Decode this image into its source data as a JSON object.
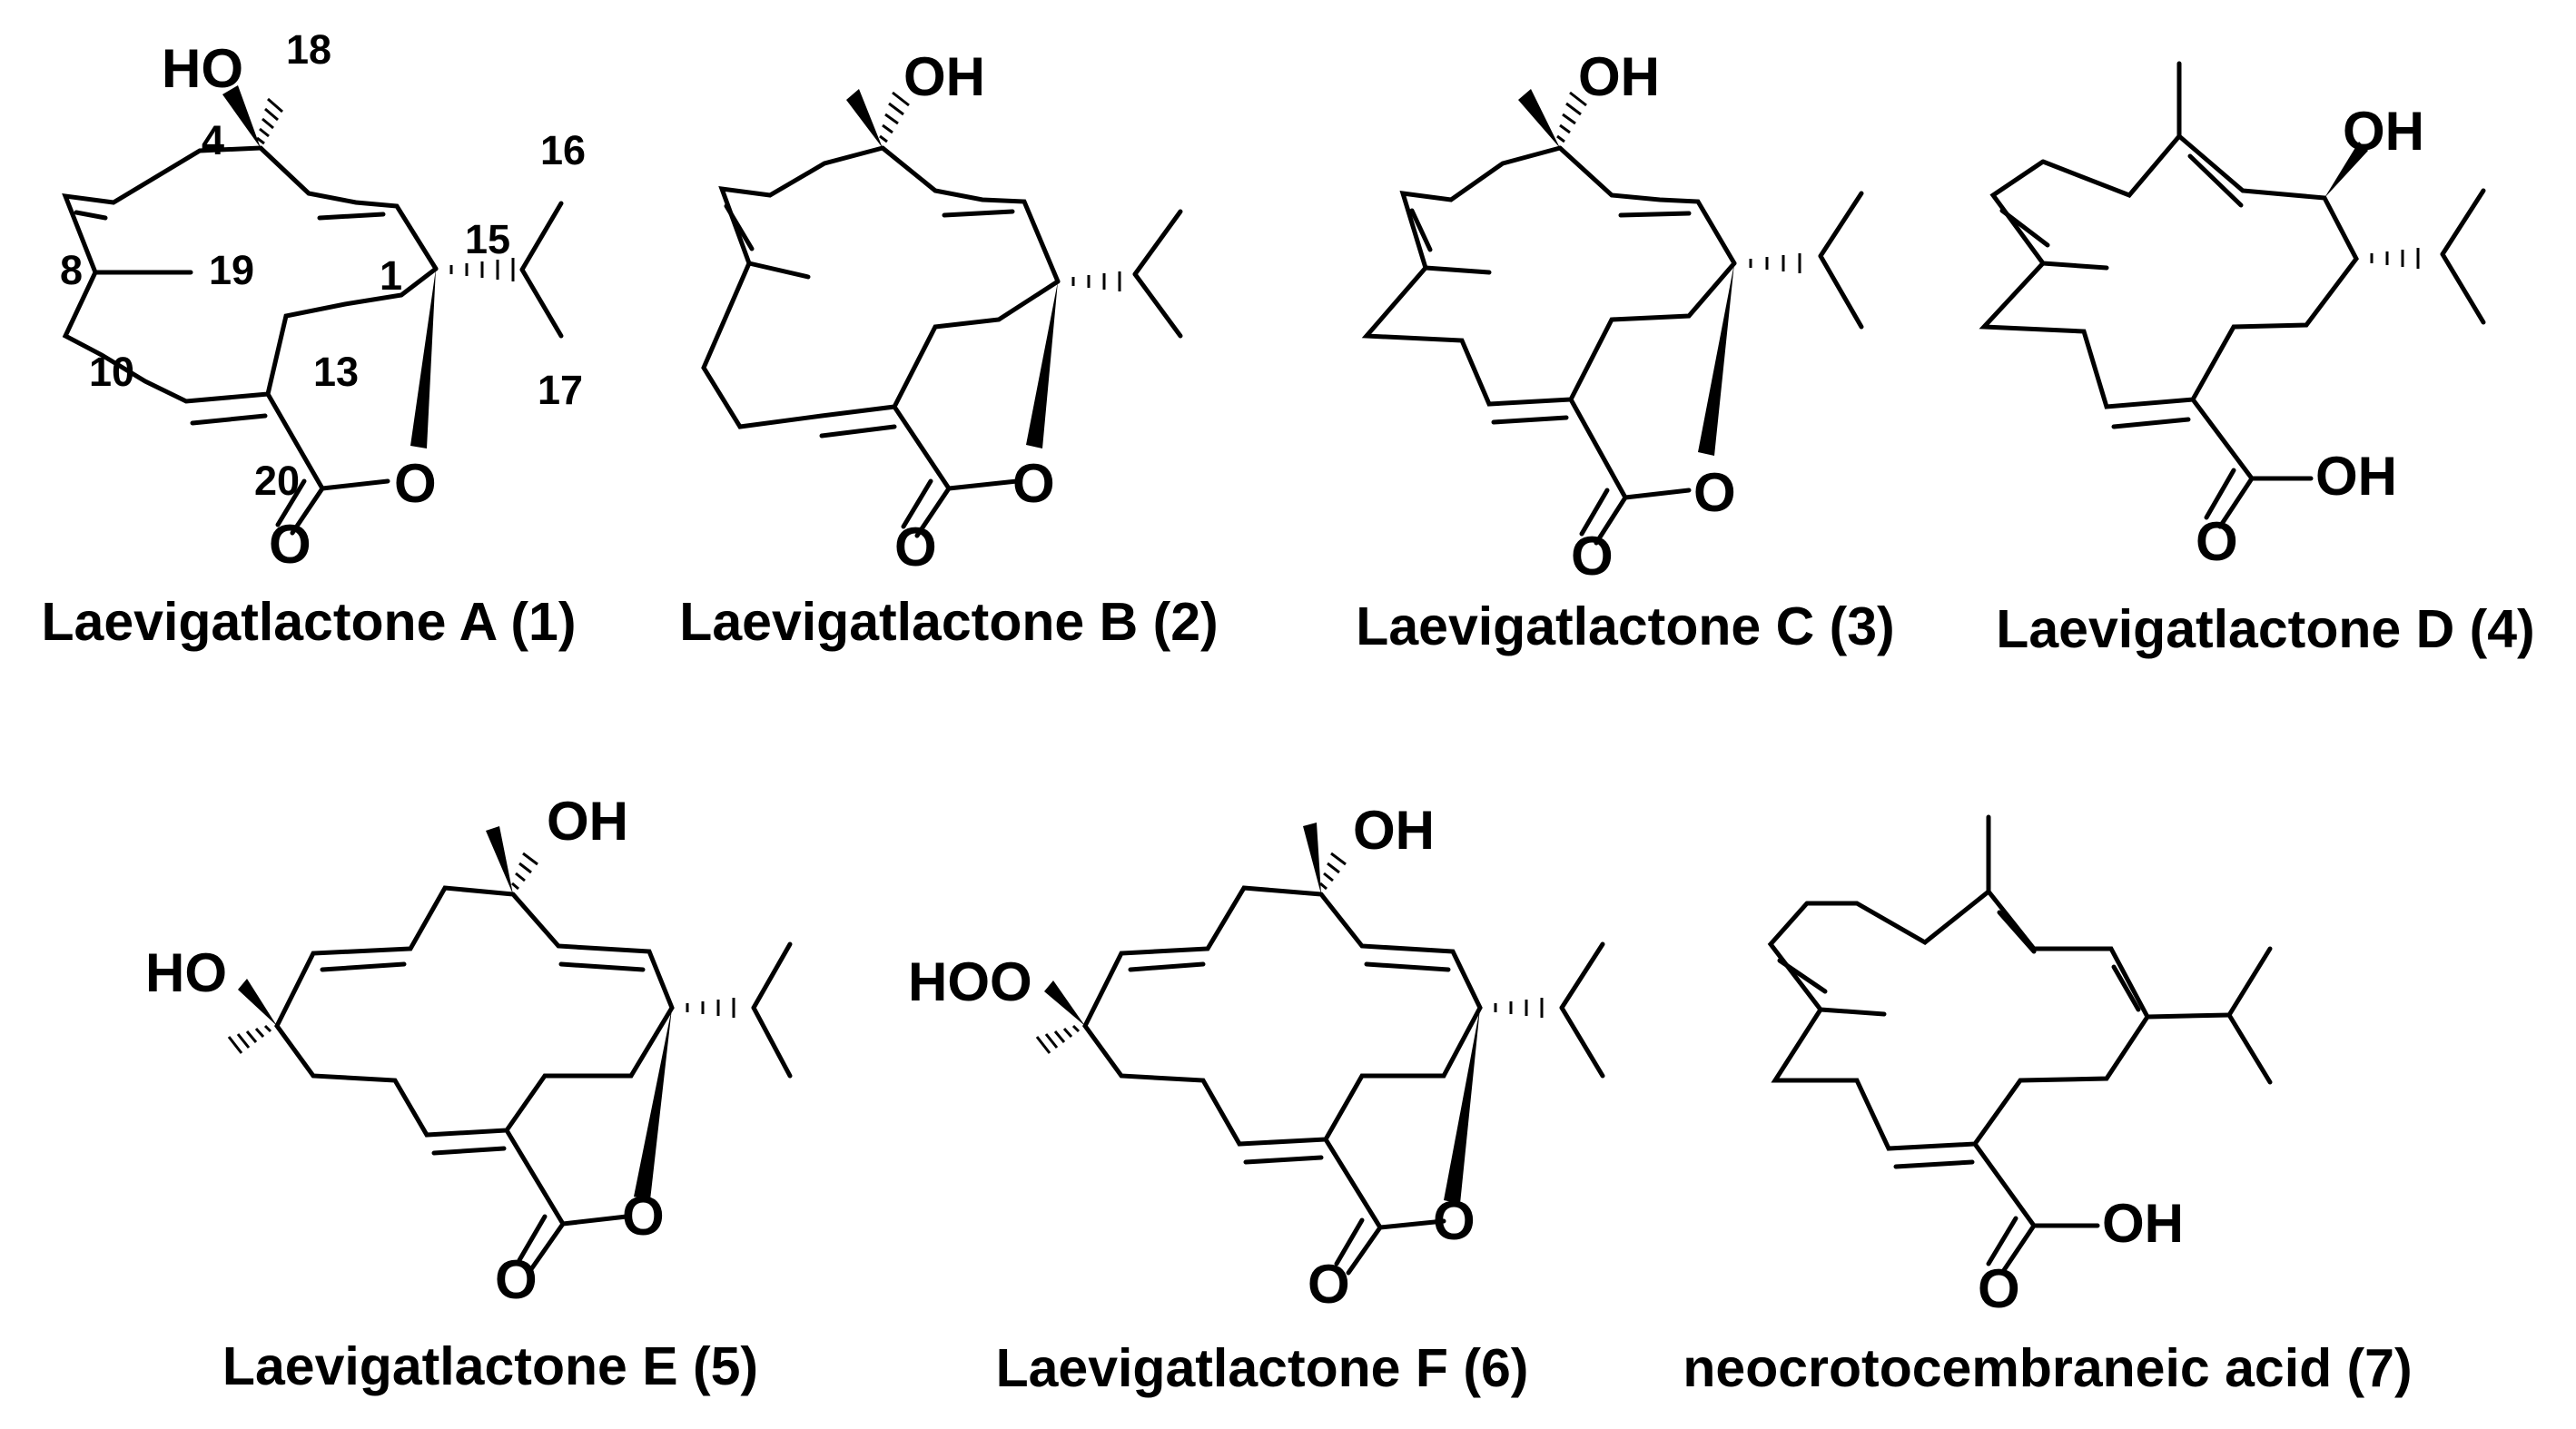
{
  "compounds": [
    {
      "name": "Laevigatlactone A (1)",
      "atoms": {
        "HO": "HO",
        "O_ring": "O",
        "O_carbonyl": "O"
      },
      "numbering": {
        "n18": "18",
        "n4": "4",
        "n16": "16",
        "n15": "15",
        "n1": "1",
        "n8": "8",
        "n19": "19",
        "n10": "10",
        "n13": "13",
        "n17": "17",
        "n20": "20"
      }
    },
    {
      "name": "Laevigatlactone B (2)",
      "atoms": {
        "OH": "OH",
        "O_ring": "O",
        "O_carbonyl": "O"
      }
    },
    {
      "name": "Laevigatlactone C (3)",
      "atoms": {
        "OH": "OH",
        "O_ring": "O",
        "O_carbonyl": "O"
      }
    },
    {
      "name": "Laevigatlactone D (4)",
      "atoms": {
        "OH": "OH",
        "COOH_OH": "OH",
        "O_carbonyl": "O"
      }
    },
    {
      "name": "Laevigatlactone E (5)",
      "atoms": {
        "OH": "OH",
        "HO": "HO",
        "O_ring": "O",
        "O_carbonyl": "O"
      }
    },
    {
      "name": "Laevigatlactone F (6)",
      "atoms": {
        "OH": "OH",
        "HOO": "HOO",
        "O_ring": "O",
        "O_carbonyl": "O"
      }
    },
    {
      "name": "neocrotocembraneic acid (7)",
      "atoms": {
        "COOH_OH": "OH",
        "O_carbonyl": "O"
      }
    }
  ]
}
